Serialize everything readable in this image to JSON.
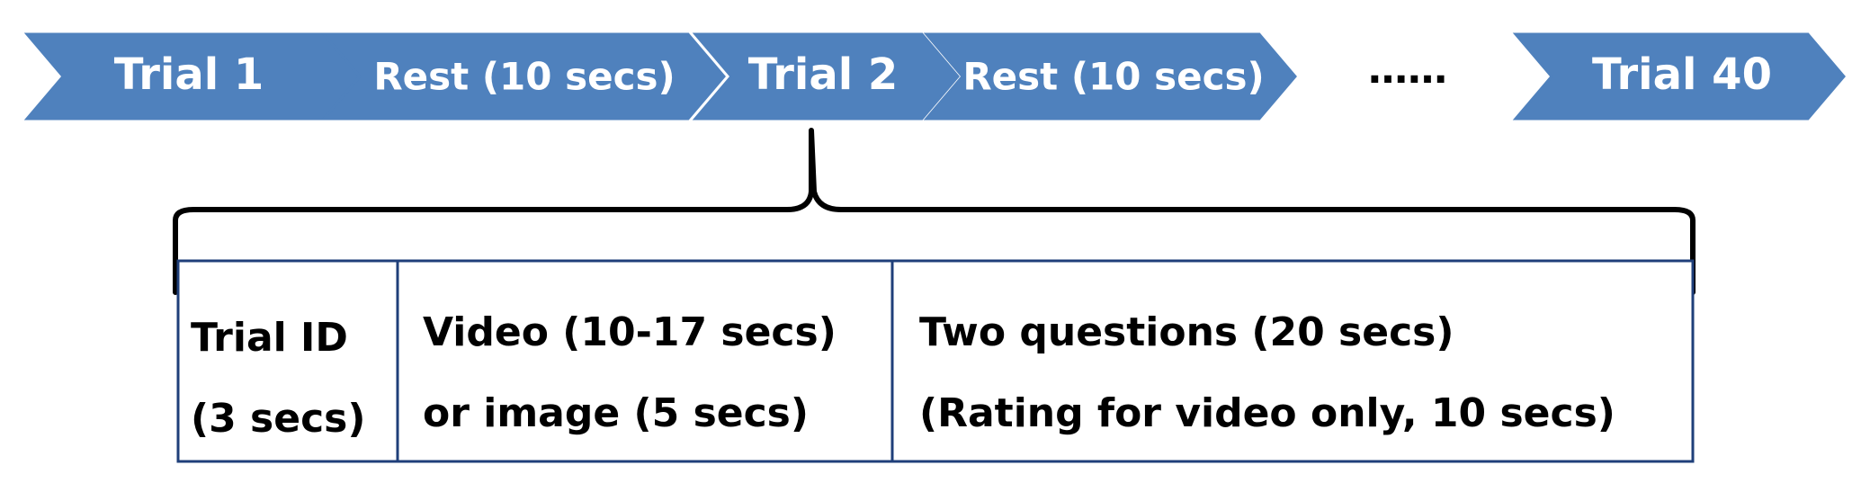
{
  "timeline": {
    "trial_1": "Trial 1",
    "rest_1": "Rest (10 secs)",
    "trial_2": "Trial 2",
    "rest_2": "Rest (10 secs)",
    "ellipsis": "……",
    "trial_40": "Trial 40"
  },
  "trial_breakdown": {
    "trial_id": {
      "line1": "Trial ID",
      "line2": "(3 secs)"
    },
    "stimulus": {
      "line1": "Video (10-17 secs)",
      "line2": "or image (5 secs)"
    },
    "questions": {
      "line1": "Two questions (20 secs)",
      "line2": "(Rating for video only, 10 secs)"
    }
  },
  "colors": {
    "chevron_fill": "#4f81bd",
    "chevron_text": "#ffffff",
    "box_border": "#1f3f7a",
    "brace": "#000000",
    "text": "#000000"
  }
}
